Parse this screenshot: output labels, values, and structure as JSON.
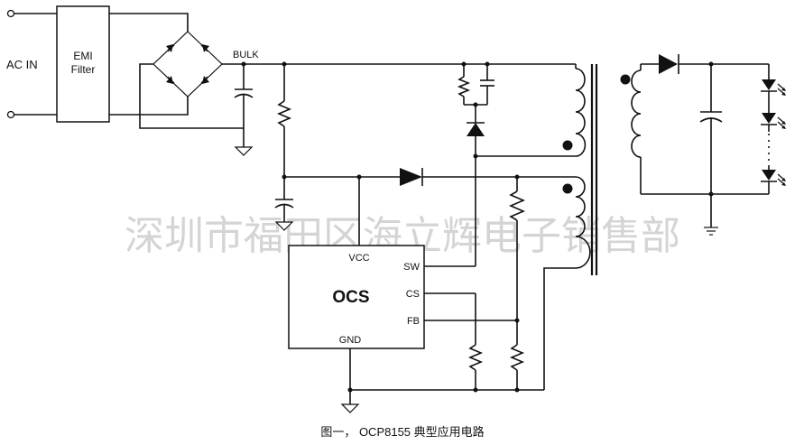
{
  "labels": {
    "ac_in": "AC IN",
    "emi_line1": "EMI",
    "emi_line2": "Filter",
    "bulk": "BULK",
    "ic_name": "OCS",
    "pin_vcc": "VCC",
    "pin_sw": "SW",
    "pin_cs": "CS",
    "pin_fb": "FB",
    "pin_gnd": "GND"
  },
  "caption": "图一，  OCP8155 典型应用电路",
  "watermark": "深圳市福田区海立辉电子销售部"
}
